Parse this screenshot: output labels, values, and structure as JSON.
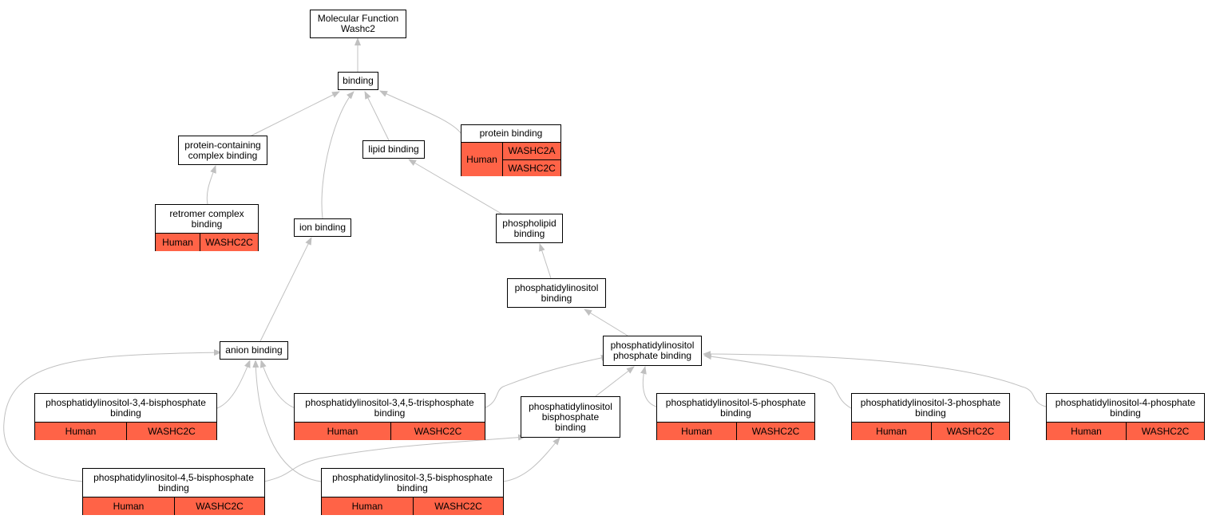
{
  "colors": {
    "edge": "#c0c0c0",
    "annotation": "#ff6347",
    "border": "#000000"
  },
  "nodes": {
    "root": {
      "label": "Molecular Function\nWashc2"
    },
    "binding": {
      "label": "binding"
    },
    "pcb": {
      "label": "protein-containing\ncomplex binding"
    },
    "lipid": {
      "label": "lipid binding"
    },
    "protein": {
      "label": "protein binding",
      "organism": "Human",
      "genes": [
        "WASHC2A",
        "WASHC2C"
      ]
    },
    "retromer": {
      "label": "retromer complex\nbinding",
      "organism": "Human",
      "genes": [
        "WASHC2C"
      ]
    },
    "ion": {
      "label": "ion binding"
    },
    "phospholipid": {
      "label": "phospholipid\nbinding"
    },
    "pi": {
      "label": "phosphatidylinositol\nbinding"
    },
    "pip": {
      "label": "phosphatidylinositol\nphosphate binding"
    },
    "anion": {
      "label": "anion binding"
    },
    "pi34": {
      "label": "phosphatidylinositol-3,4-bisphosphate\nbinding",
      "organism": "Human",
      "genes": [
        "WASHC2C"
      ]
    },
    "pi345": {
      "label": "phosphatidylinositol-3,4,5-trisphosphate\nbinding",
      "organism": "Human",
      "genes": [
        "WASHC2C"
      ]
    },
    "pibis": {
      "label": "phosphatidylinositol\nbisphosphate\nbinding"
    },
    "pi5": {
      "label": "phosphatidylinositol-5-phosphate\nbinding",
      "organism": "Human",
      "genes": [
        "WASHC2C"
      ]
    },
    "pi3": {
      "label": "phosphatidylinositol-3-phosphate\nbinding",
      "organism": "Human",
      "genes": [
        "WASHC2C"
      ]
    },
    "pi4": {
      "label": "phosphatidylinositol-4-phosphate\nbinding",
      "organism": "Human",
      "genes": [
        "WASHC2C"
      ]
    },
    "pi45": {
      "label": "phosphatidylinositol-4,5-bisphosphate\nbinding",
      "organism": "Human",
      "genes": [
        "WASHC2C"
      ]
    },
    "pi35": {
      "label": "phosphatidylinositol-3,5-bisphosphate\nbinding",
      "organism": "Human",
      "genes": [
        "WASHC2C"
      ]
    }
  }
}
